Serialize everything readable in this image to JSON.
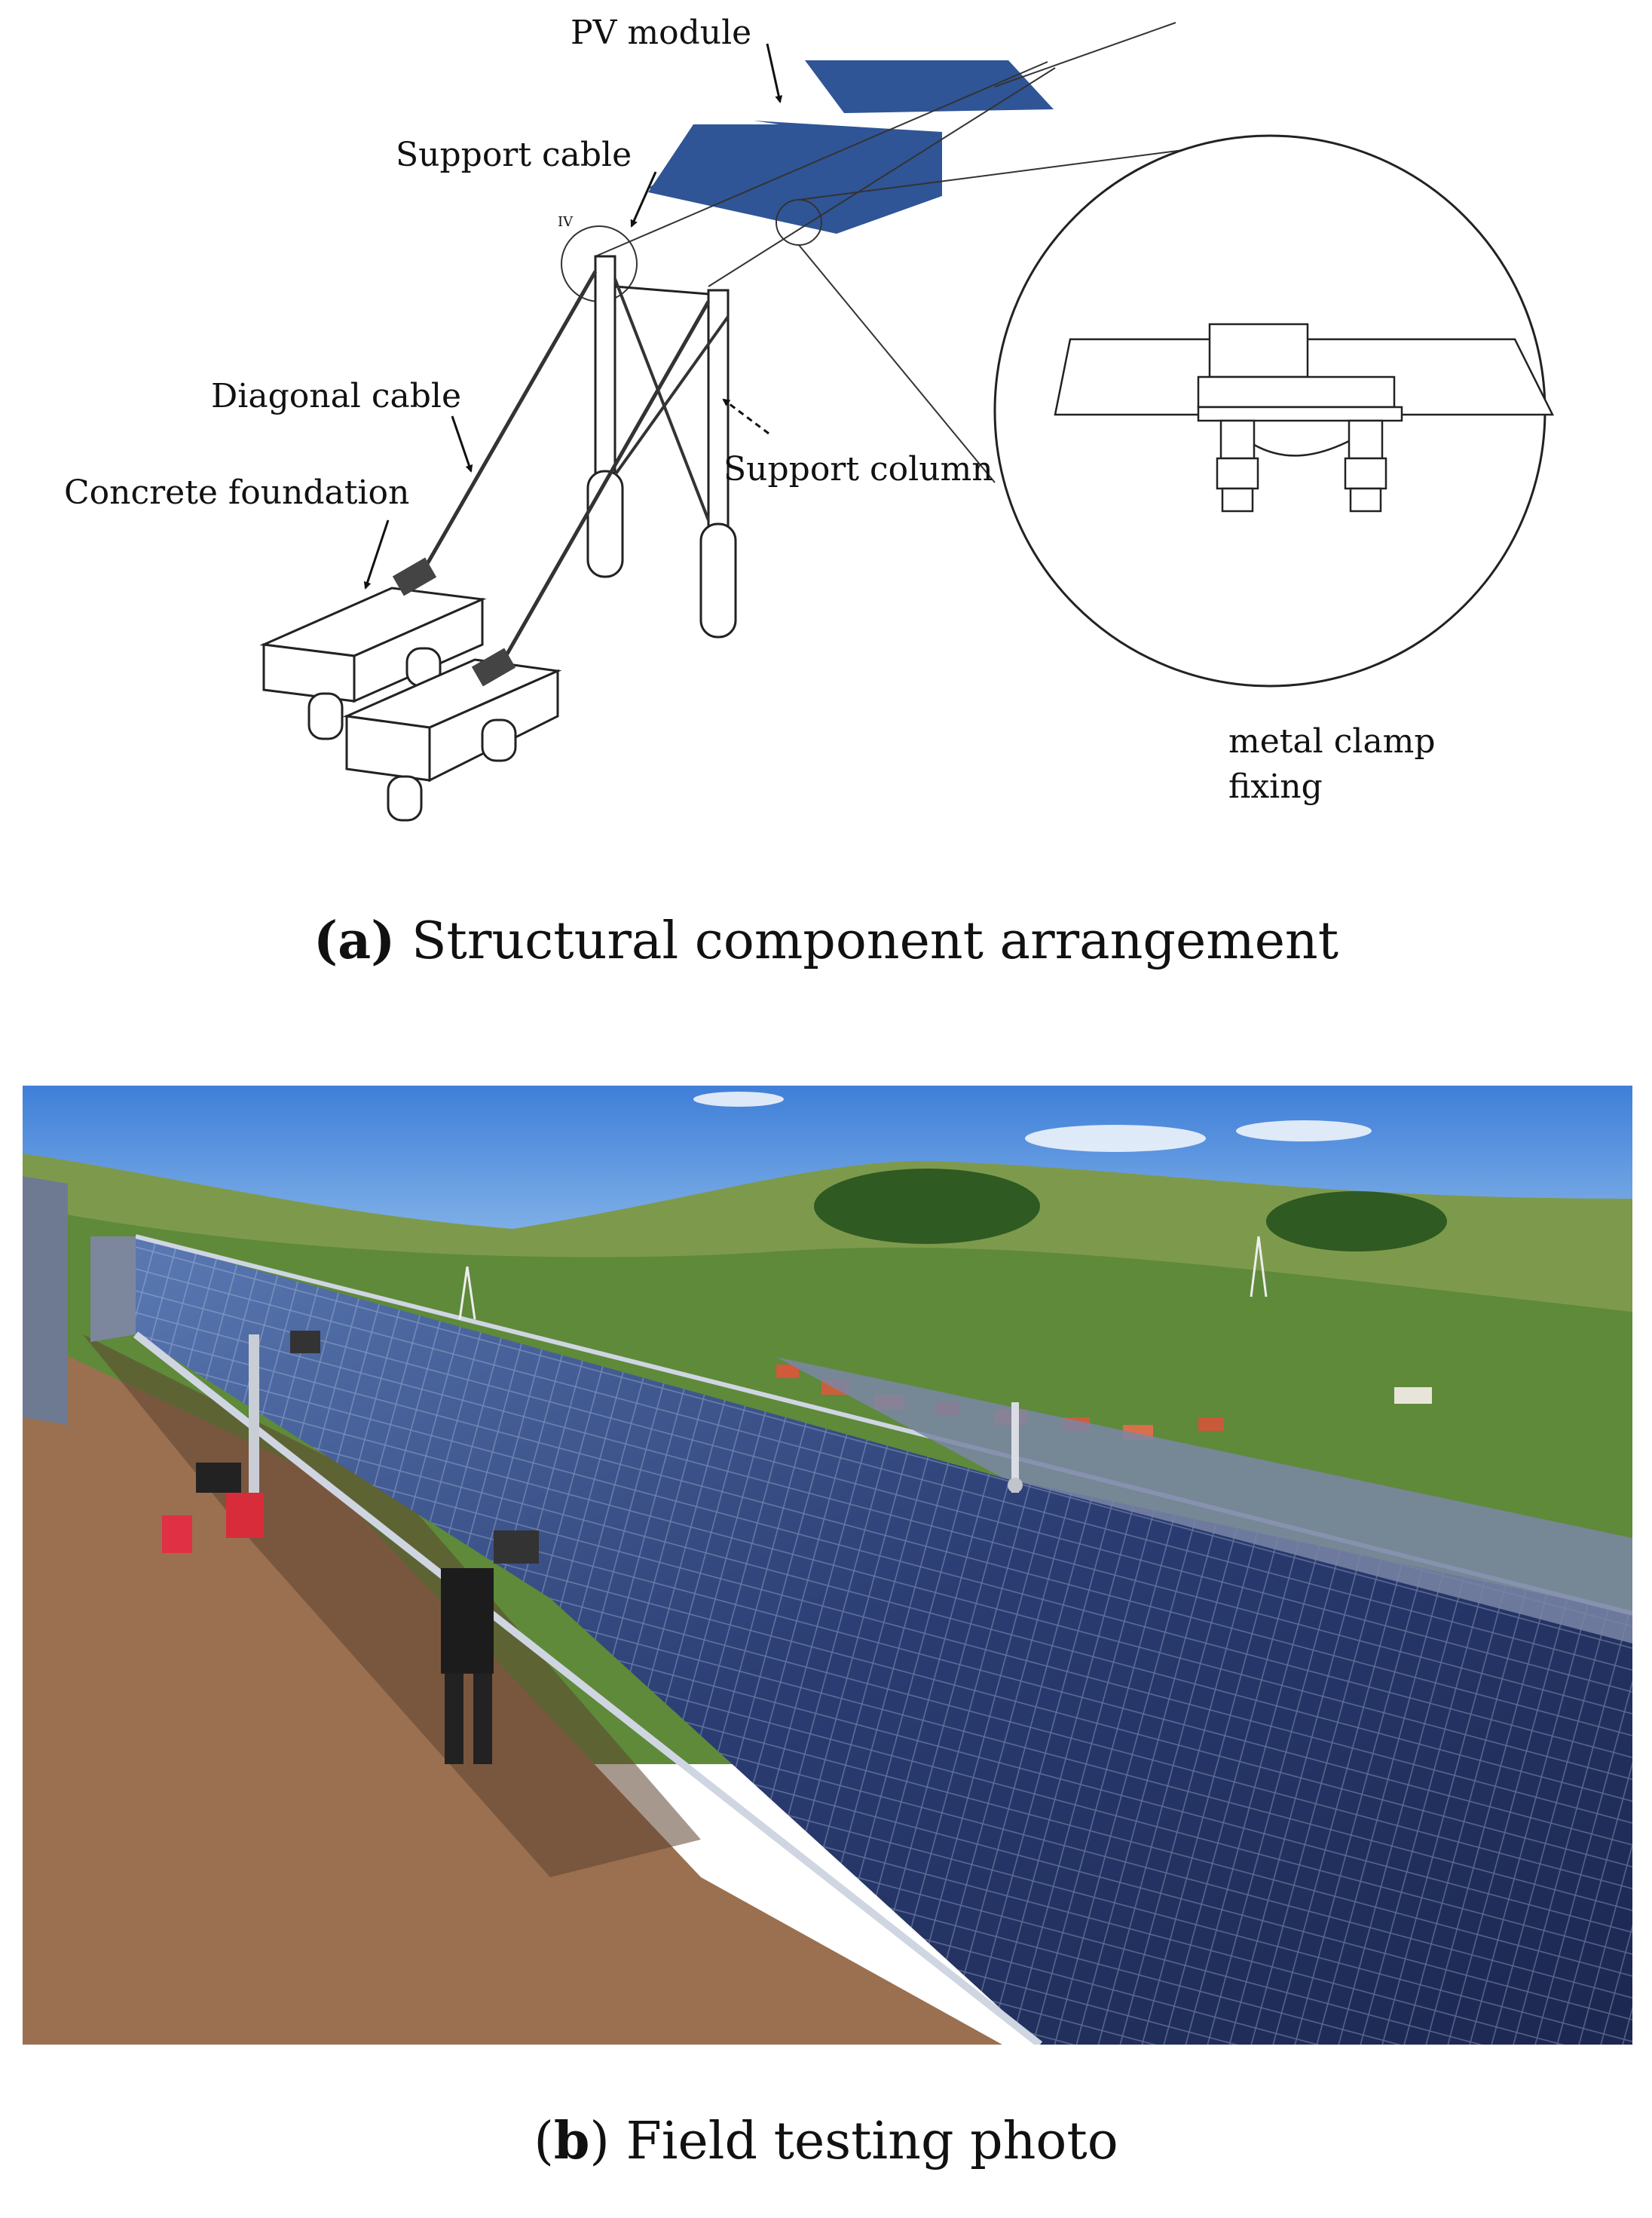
{
  "figure_a": {
    "labels": {
      "pv_module": "PV module",
      "support_cable": "Support cable",
      "diagonal_cable": "Diagonal cable",
      "concrete_foundation": "Concrete foundation",
      "support_column": "Support column",
      "clamp_line1": "metal clamp",
      "clamp_line2": "fixing",
      "detail_marker": "IV"
    },
    "caption": {
      "label": "(a)",
      "text": " Structural component arrangement"
    }
  },
  "figure_b": {
    "caption": {
      "open": "(",
      "label": "b",
      "text": ") Field testing photo"
    }
  },
  "colors": {
    "pv_panel": "#2f5596",
    "sky": "#3f7fd8",
    "hills": "#5e8a3a",
    "soil": "#9a7050",
    "panel_photo": "#2a3c72"
  }
}
